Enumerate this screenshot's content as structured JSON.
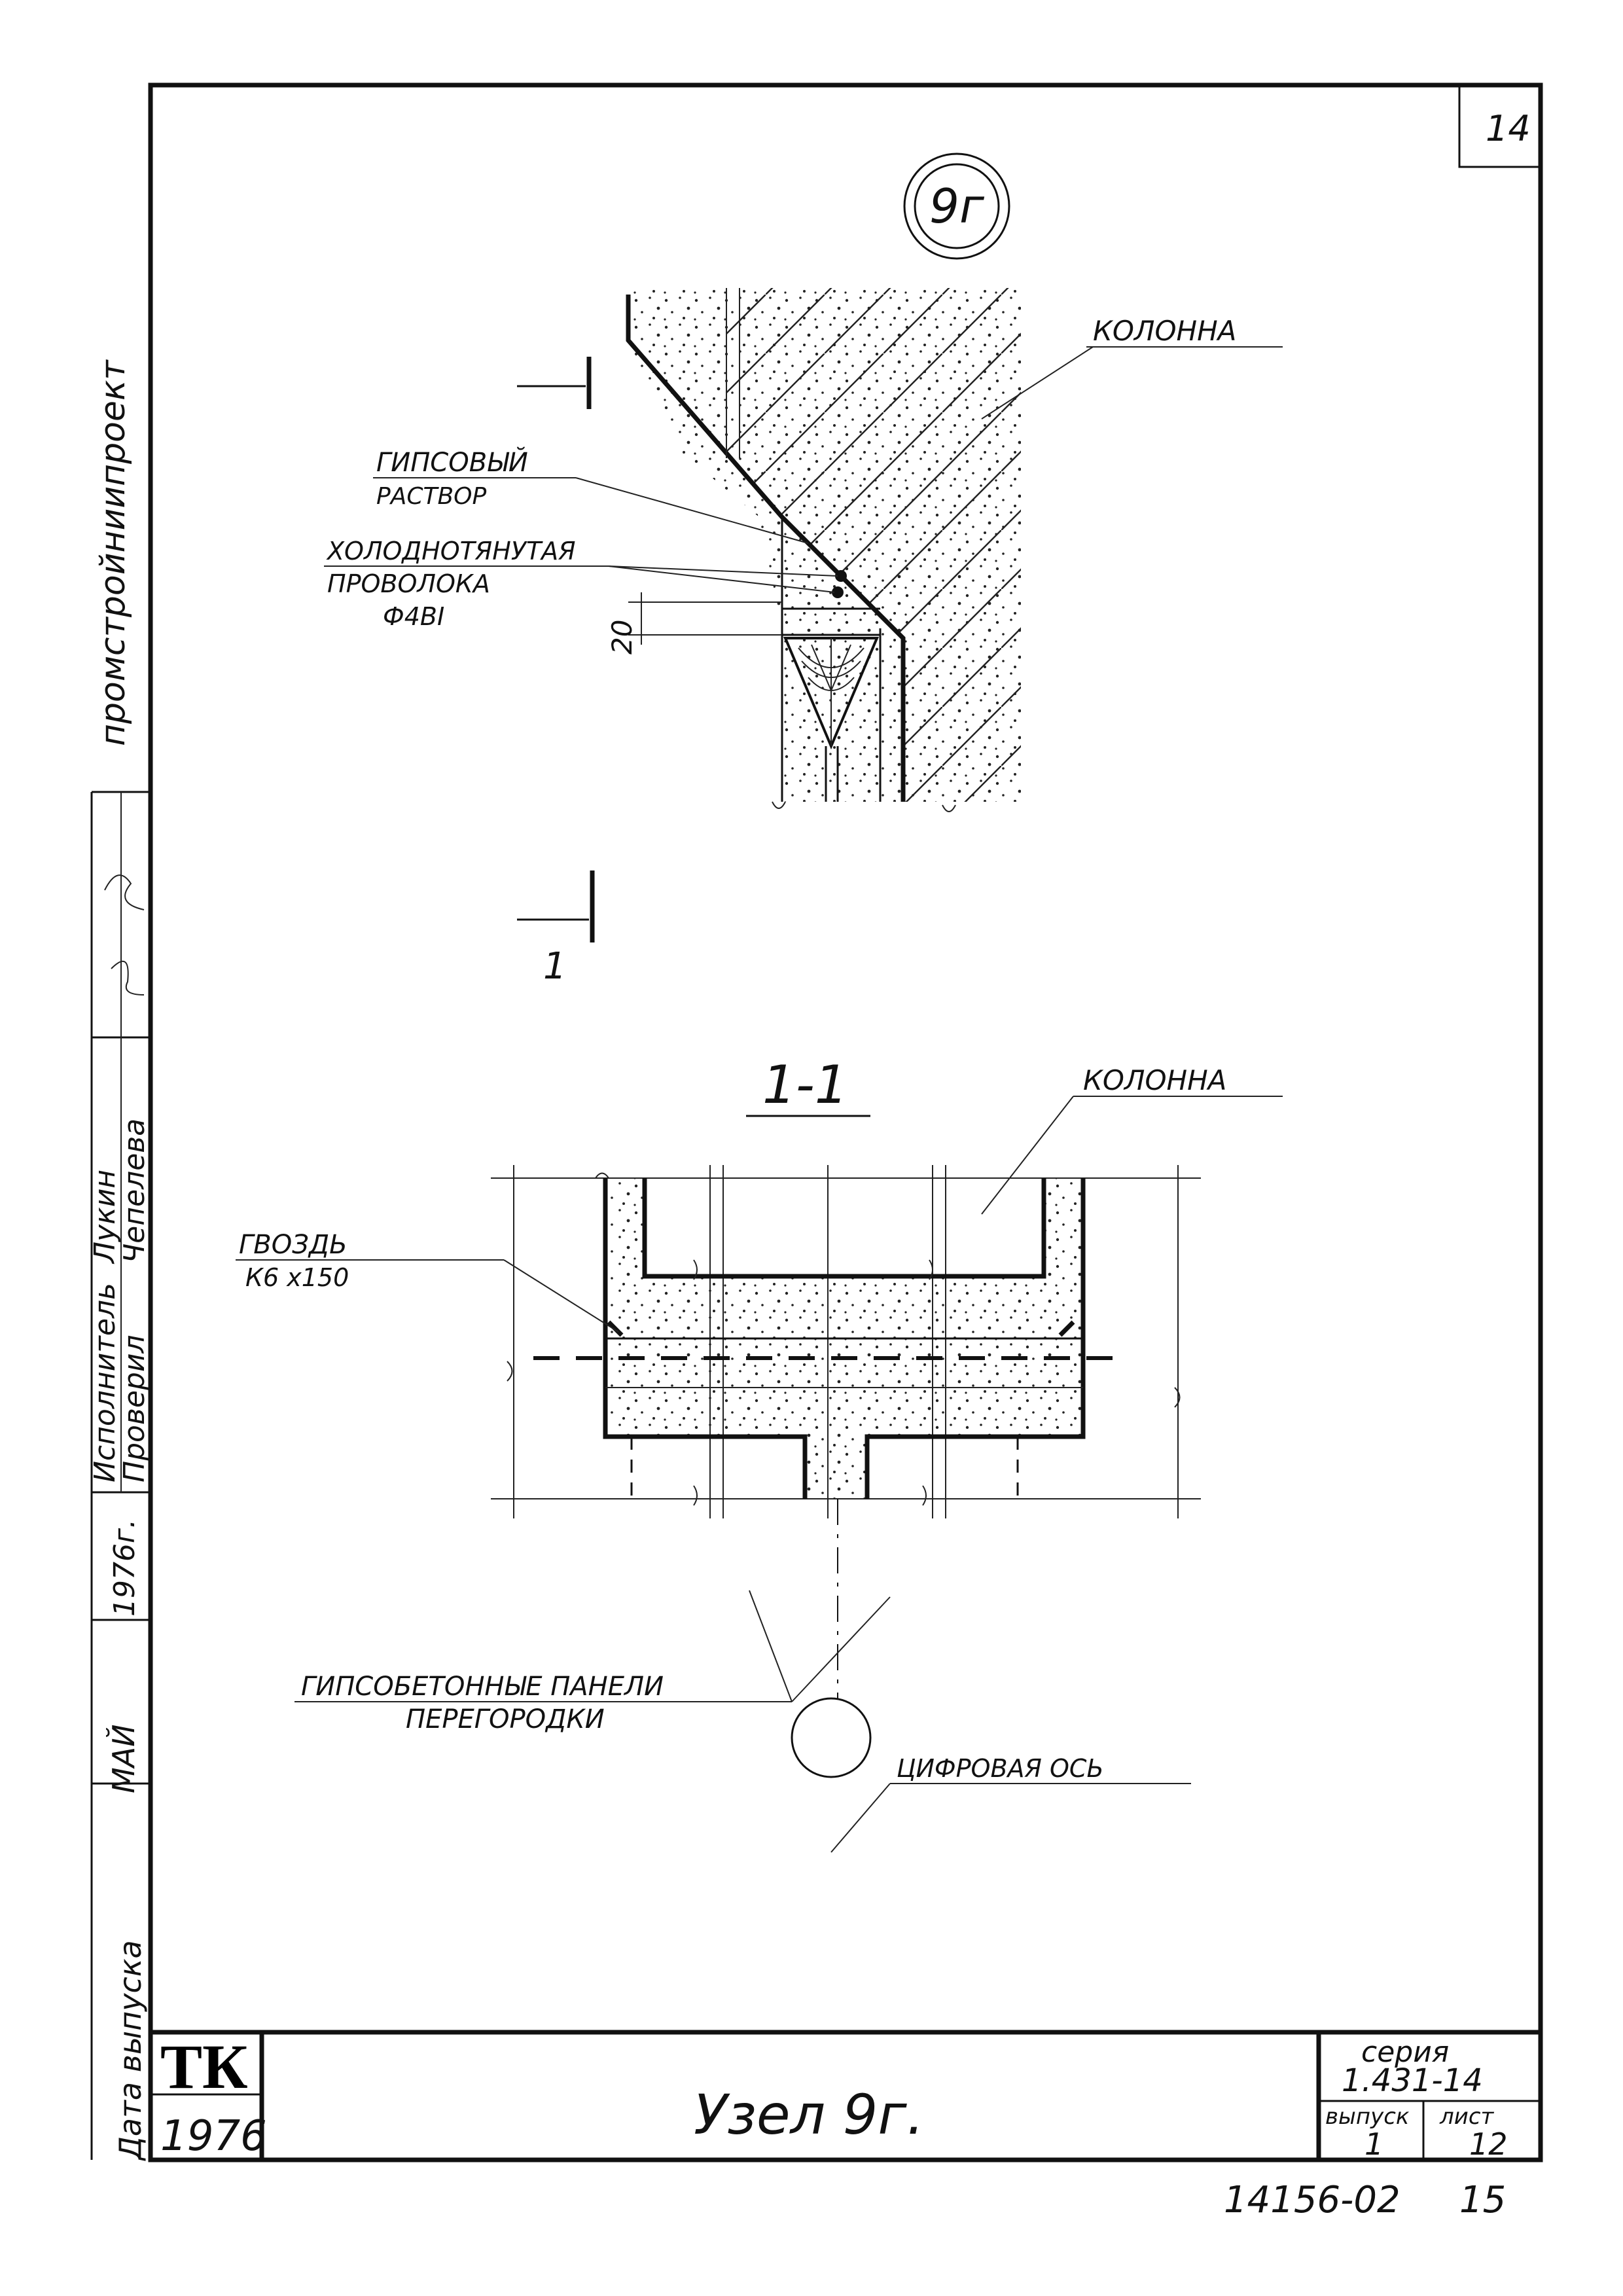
{
  "sheet_corner_number": "14",
  "node_badge": "9г",
  "side_stamp": {
    "organization": "промстройниипроект",
    "roles": [
      "Дата выпуска",
      "Исполнитель",
      "Проверил"
    ],
    "names": [
      "Лукин",
      "Чепелева"
    ],
    "date_values": [
      "МАЙ",
      "1976г."
    ]
  },
  "top_detail": {
    "label_column": "КОЛОННА",
    "label_mortar": [
      "ГИПСОВЫЙ",
      "РАСТВОР"
    ],
    "label_wire": [
      "ХОЛОДНОТЯНУТАЯ",
      "ПРОВОЛОКА",
      "Ф4ВI"
    ],
    "dimension_value": "20",
    "section_mark": "1"
  },
  "section_view": {
    "title": "1-1",
    "label_column": "КОЛОННА",
    "label_nail": [
      "ГВОЗДЬ",
      "К6 х150"
    ],
    "label_panels": [
      "ГИПСОБЕТОННЫЕ ПАНЕЛИ",
      "ПЕРЕГОРОДКИ"
    ],
    "label_axis": "ЦИФРОВАЯ ОСЬ"
  },
  "title_block": {
    "logo": "ТК",
    "year": "1976",
    "title": "Узел 9г.",
    "series_label": "серия",
    "series_value": "1.431-14",
    "issue_label": "выпуск",
    "issue_value": "1",
    "sheet_label": "лист",
    "sheet_value": "12"
  },
  "archive_number": "14156-02",
  "archive_page": "15"
}
